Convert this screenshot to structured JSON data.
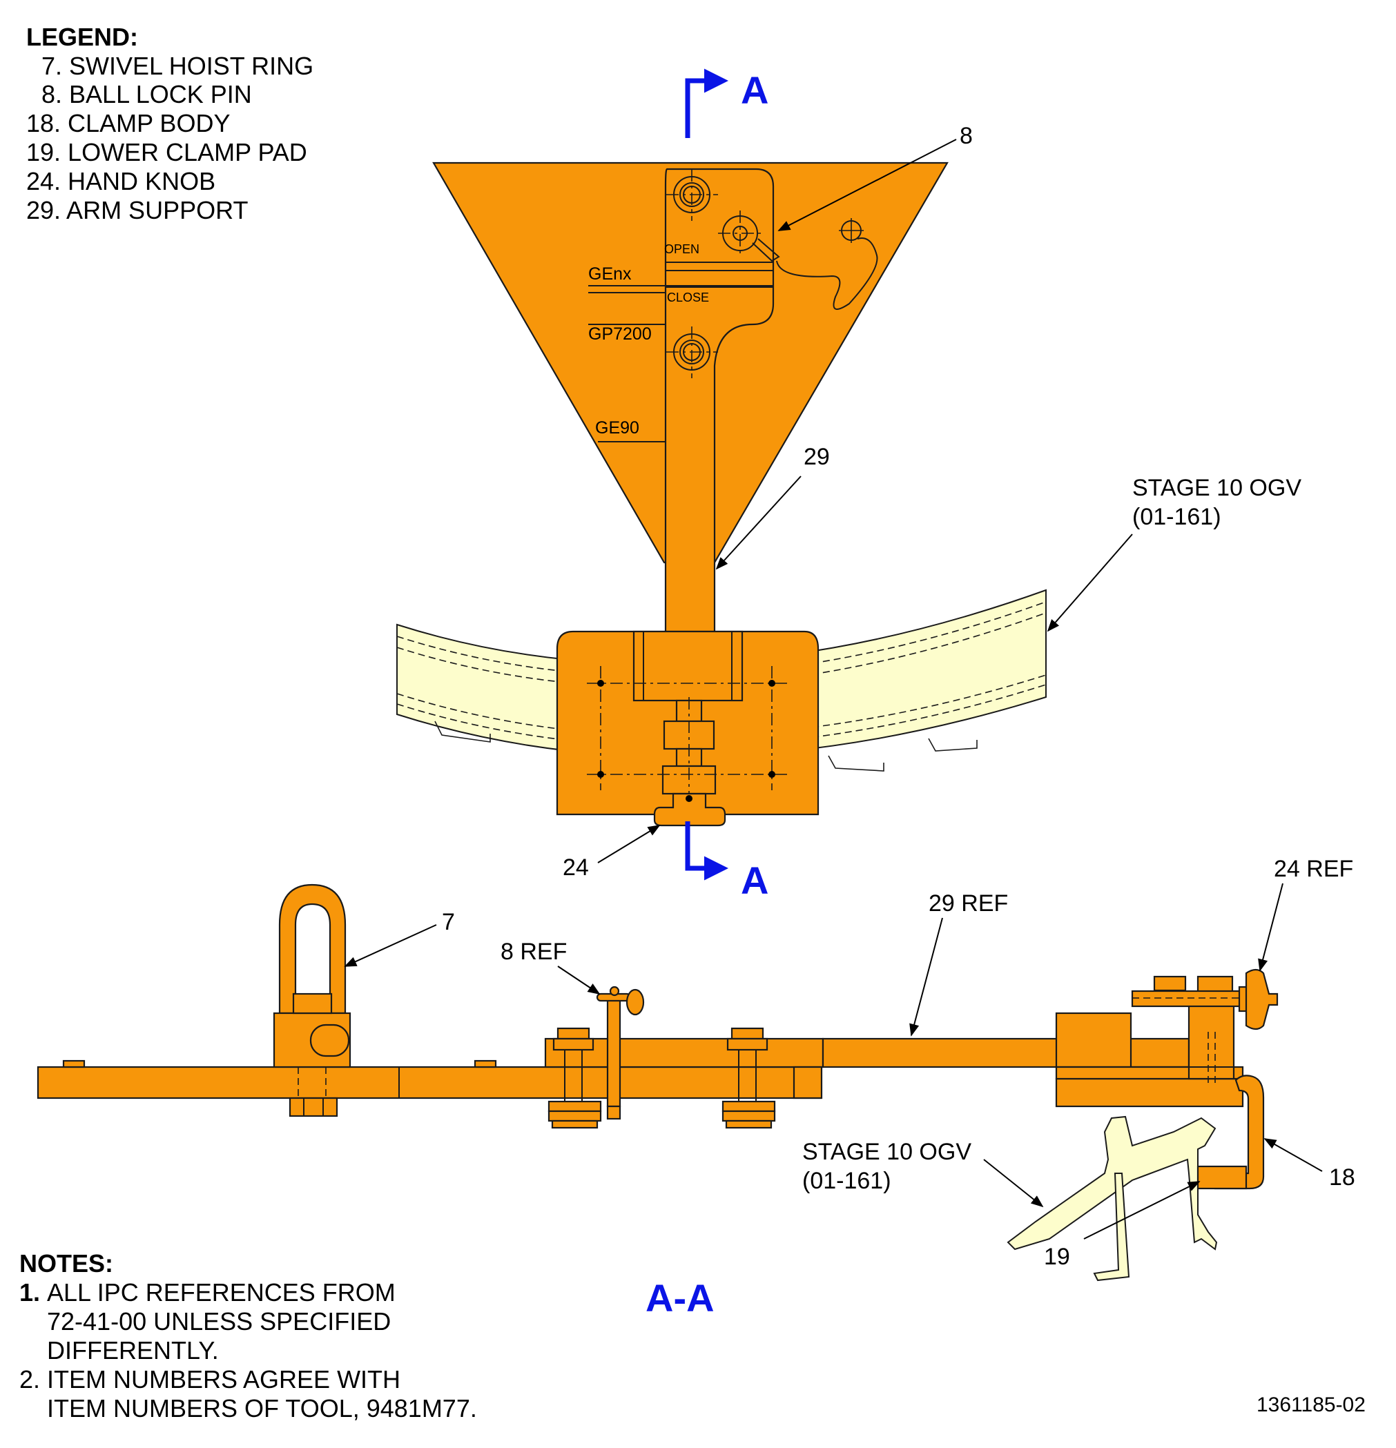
{
  "legend": {
    "title": "LEGEND:",
    "items": [
      "7. SWIVEL HOIST RING",
      "8. BALL LOCK PIN",
      "18. CLAMP BODY",
      "19. LOWER CLAMP PAD",
      "24. HAND KNOB",
      "29. ARM SUPPORT"
    ]
  },
  "notes": {
    "title": "NOTES:",
    "items": [
      {
        "num": "1.",
        "lines": [
          "ALL IPC REFERENCES FROM",
          "72-41-00 UNLESS SPECIFIED",
          "DIFFERENTLY."
        ]
      },
      {
        "num": "2.",
        "lines": [
          "ITEM NUMBERS AGREE WITH",
          "ITEM NUMBERS OF TOOL, 9481M77."
        ]
      }
    ]
  },
  "section": {
    "marker_top": "A",
    "marker_bottom": "A",
    "view_label": "A-A"
  },
  "plate_marks": {
    "open": "OPEN",
    "close": "CLOSE",
    "genx": "GEnx",
    "gp7200": "GP7200",
    "ge90": "GE90"
  },
  "callouts": {
    "c8": "8",
    "c29": "29",
    "c24": "24",
    "stage_top_line1": "STAGE 10 OGV",
    "stage_top_line2": "(01-161)",
    "c7": "7",
    "c8ref": "8 REF",
    "c29ref": "29 REF",
    "c24ref": "24 REF",
    "c18": "18",
    "c19": "19",
    "stage_bot_line1": "STAGE 10 OGV",
    "stage_bot_line2": "(01-161)"
  },
  "drawing_number": "1361185-02",
  "colors": {
    "tool": "#f7960a",
    "ogv": "#fdfdcc",
    "section_marker": "#0a14e6"
  }
}
